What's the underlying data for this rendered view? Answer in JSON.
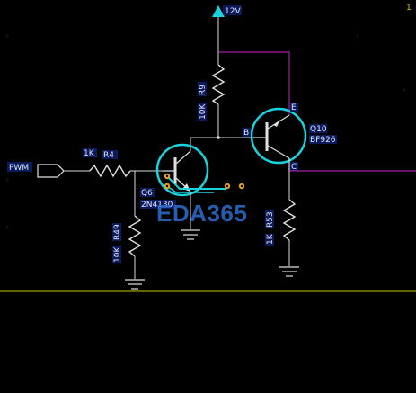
{
  "corner_mark": "1",
  "watermark": "EDA365",
  "net_labels": {
    "supply": "12V",
    "input": "PWM"
  },
  "components": {
    "r9": {
      "ref": "R9",
      "value": "10K"
    },
    "r4": {
      "ref": "R4",
      "value": "1K"
    },
    "r49": {
      "ref": "R49",
      "value": "10K"
    },
    "r53": {
      "ref": "R53",
      "value": "1K"
    },
    "q6": {
      "ref": "Q6",
      "value": "2N4130"
    },
    "q10": {
      "ref": "Q10",
      "value": "BF926",
      "pins": {
        "b": "B",
        "e": "E",
        "c": "C"
      }
    }
  },
  "colors": {
    "background": "#000000",
    "wire_white": "#d8d8d8",
    "wire_magenta": "#d020d0",
    "component_white": "#e0e0e0",
    "highlight_cyan": "#19d3de",
    "rail_yellow": "#c8c800",
    "net_label_cyan": "#19d3de",
    "pad_orange": "#e8a020"
  }
}
